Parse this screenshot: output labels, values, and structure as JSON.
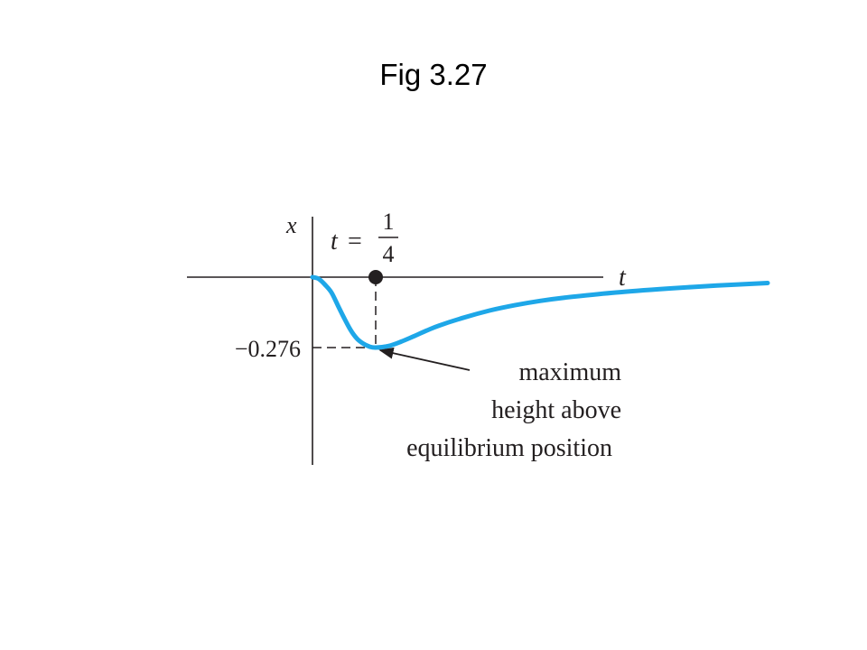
{
  "slide": {
    "title": "Fig 3.27"
  },
  "colors": {
    "curve": "#1ea7e8",
    "ink": "#231f20",
    "background": "#ffffff"
  },
  "chart_data": {
    "type": "line",
    "title": "",
    "xlabel": "t",
    "ylabel": "x",
    "grid": false,
    "legend": "none",
    "xlim": [
      0,
      1.9
    ],
    "ylim": [
      -0.82,
      0.29
    ],
    "series": [
      {
        "x": [
          0,
          0.025,
          0.05,
          0.075,
          0.1,
          0.125,
          0.15,
          0.175,
          0.2,
          0.225,
          0.25,
          0.3,
          0.35,
          0.4,
          0.45,
          0.5,
          0.6,
          0.7,
          0.8,
          0.9,
          1.0,
          1.2,
          1.4,
          1.6,
          1.8
        ],
        "y": [
          0,
          -0.007,
          -0.03,
          -0.06,
          -0.11,
          -0.16,
          -0.206,
          -0.24,
          -0.26,
          -0.272,
          -0.276,
          -0.27,
          -0.253,
          -0.232,
          -0.21,
          -0.19,
          -0.158,
          -0.131,
          -0.11,
          -0.093,
          -0.08,
          -0.06,
          -0.045,
          -0.033,
          -0.023
        ]
      }
    ],
    "y_marker": {
      "value": -0.276,
      "label": "−0.276"
    },
    "x_marker": {
      "value": 0.25,
      "label_var": "t",
      "label_eq": "=",
      "label_num": "1",
      "label_den": "4"
    },
    "annotation": {
      "lines": [
        "maximum",
        "height above",
        "equilibrium position"
      ]
    }
  }
}
